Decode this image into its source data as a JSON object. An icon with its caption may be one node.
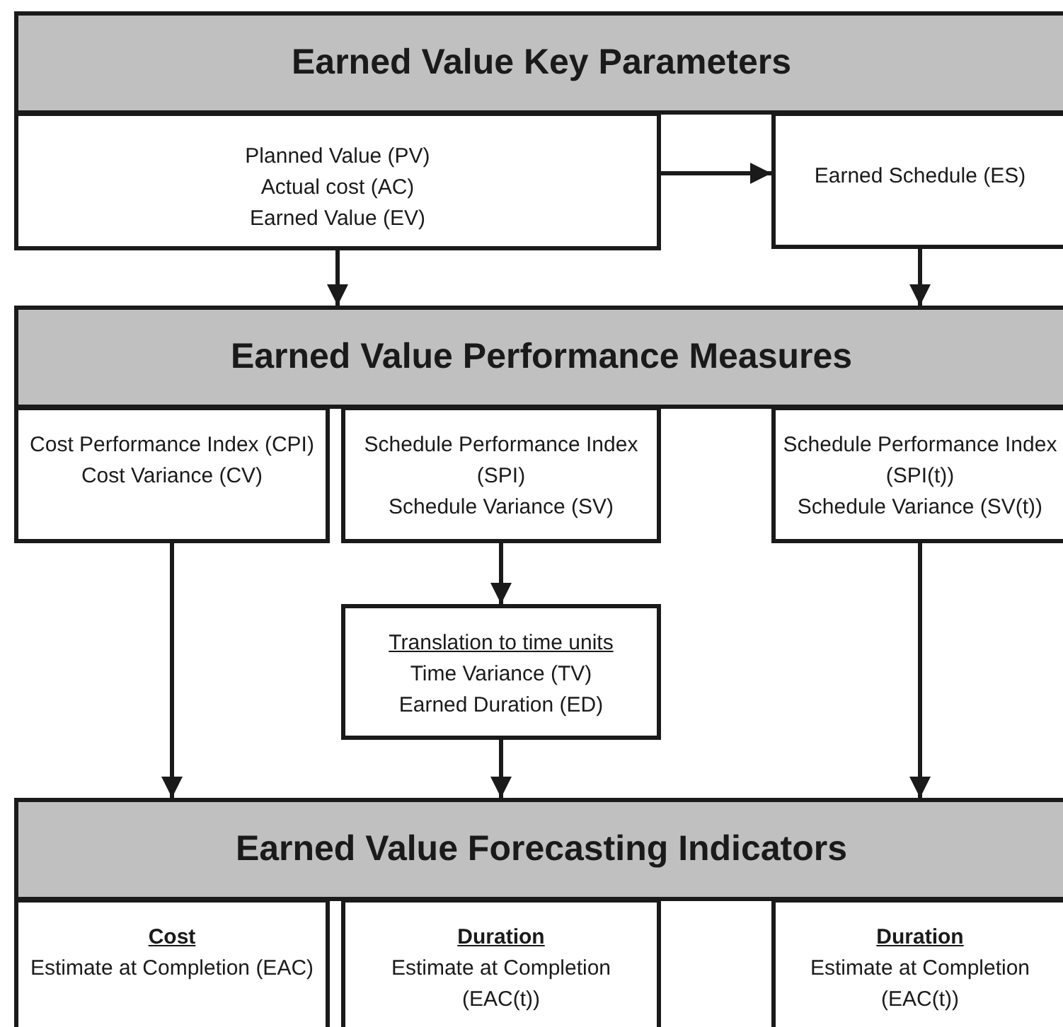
{
  "diagram": {
    "nodes": [
      {
        "text": [
          "Earned Value Key Parameters"
        ]
      },
      {
        "text": [
          "Planned Value (PV)",
          "Actual cost (AC)",
          "Earned Value (EV)"
        ]
      },
      {
        "text": [
          "Earned Schedule (ES)"
        ]
      },
      {
        "text": [
          "Earned Value Performance Measures"
        ]
      },
      {
        "text": [
          "Cost Performance Index (CPI)",
          "Cost Variance (CV)"
        ]
      },
      {
        "text": [
          "Schedule Performance Index (SPI)",
          "Schedule Variance (SV)"
        ]
      },
      {
        "text": [
          "Schedule Performance Index (SPI(t))",
          "Schedule Variance (SV(t))"
        ]
      },
      {
        "text": [
          "Translation to time units",
          "Time Variance (TV)",
          "Earned Duration (ED)"
        ]
      },
      {
        "text": [
          "Earned Value Forecasting Indicators"
        ]
      },
      {
        "text": [
          "Cost",
          "Estimate at Completion (EAC)"
        ]
      },
      {
        "text": [
          "Duration",
          "Estimate at Completion (EAC(t))"
        ]
      },
      {
        "text": [
          "Duration",
          "Estimate at Completion (EAC(t))"
        ]
      }
    ],
    "edges": [
      {
        "from": 1,
        "to": 2,
        "arrow": "to"
      },
      {
        "from": 1,
        "to": 3,
        "arrow": "to"
      },
      {
        "from": 2,
        "to": 3,
        "arrow": "to"
      },
      {
        "from": 5,
        "to": 7,
        "arrow": "to"
      },
      {
        "from": 4,
        "to": 8,
        "arrow": "to"
      },
      {
        "from": 7,
        "to": 8,
        "arrow": "to"
      },
      {
        "from": 6,
        "to": 8,
        "arrow": "to"
      }
    ]
  }
}
